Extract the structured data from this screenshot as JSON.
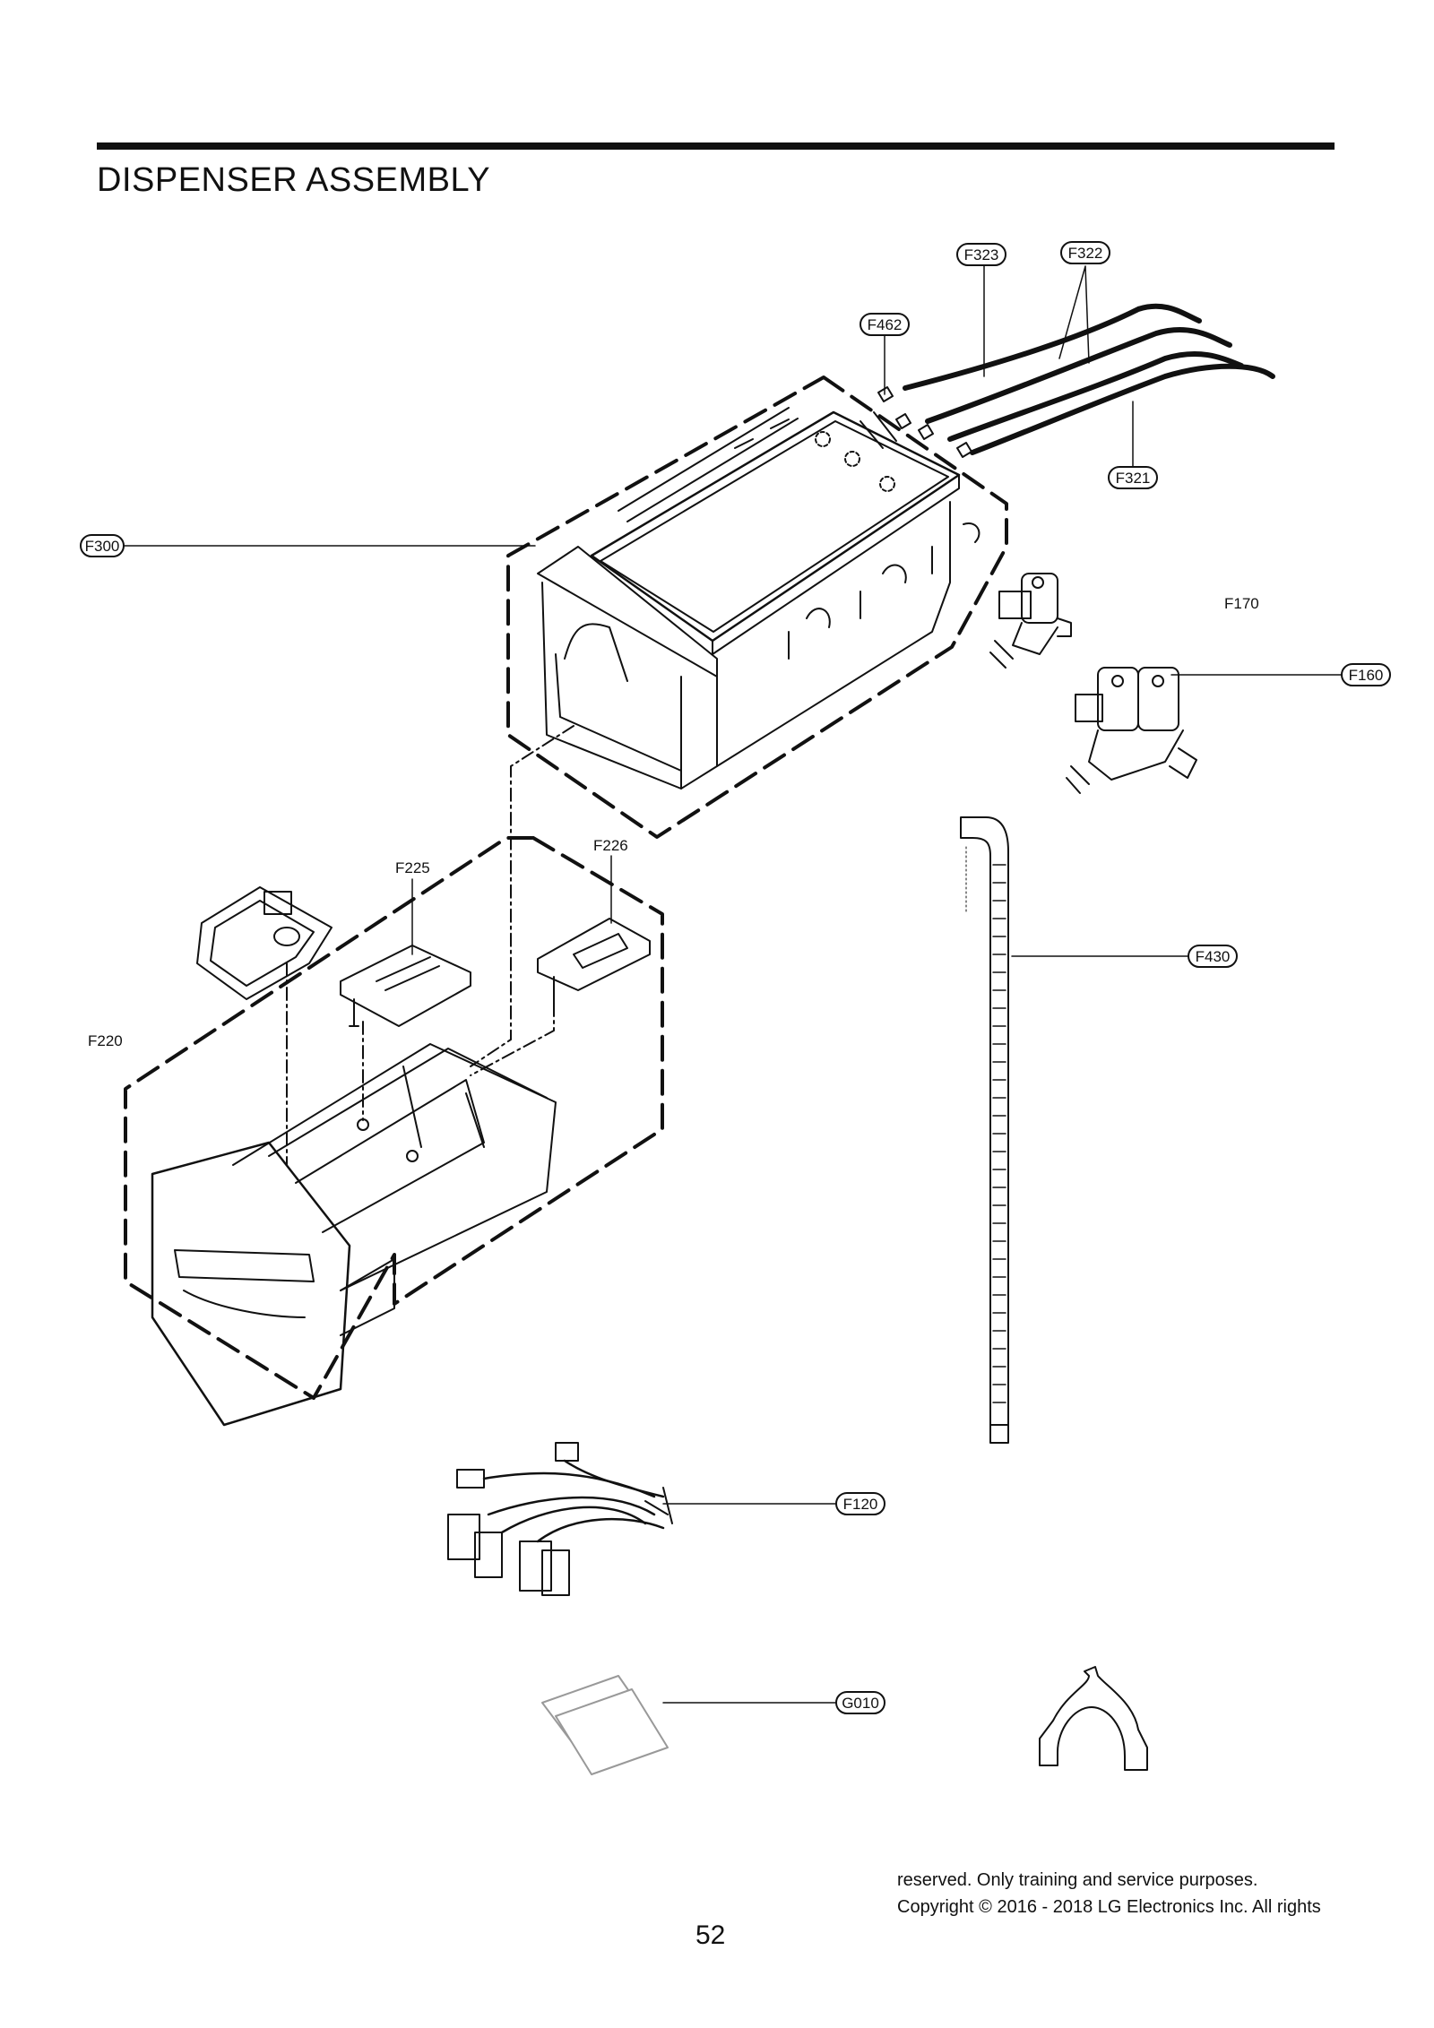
{
  "header": {
    "title": "DISPENSER ASSEMBLY"
  },
  "callouts": {
    "F323": "F323",
    "F322": "F322",
    "F462": "F462",
    "F321": "F321",
    "F300": "F300",
    "F170": "F170",
    "F160": "F160",
    "F226": "F226",
    "F225": "F225",
    "F220": "F220",
    "F430": "F430",
    "F120": "F120",
    "G010": "G010"
  },
  "footer": {
    "page_number": "52",
    "copyright_line1": "reserved. Only training and service purposes.",
    "copyright_line2": "Copyright © 2016 - 2018 LG Electronics Inc. All rights"
  }
}
